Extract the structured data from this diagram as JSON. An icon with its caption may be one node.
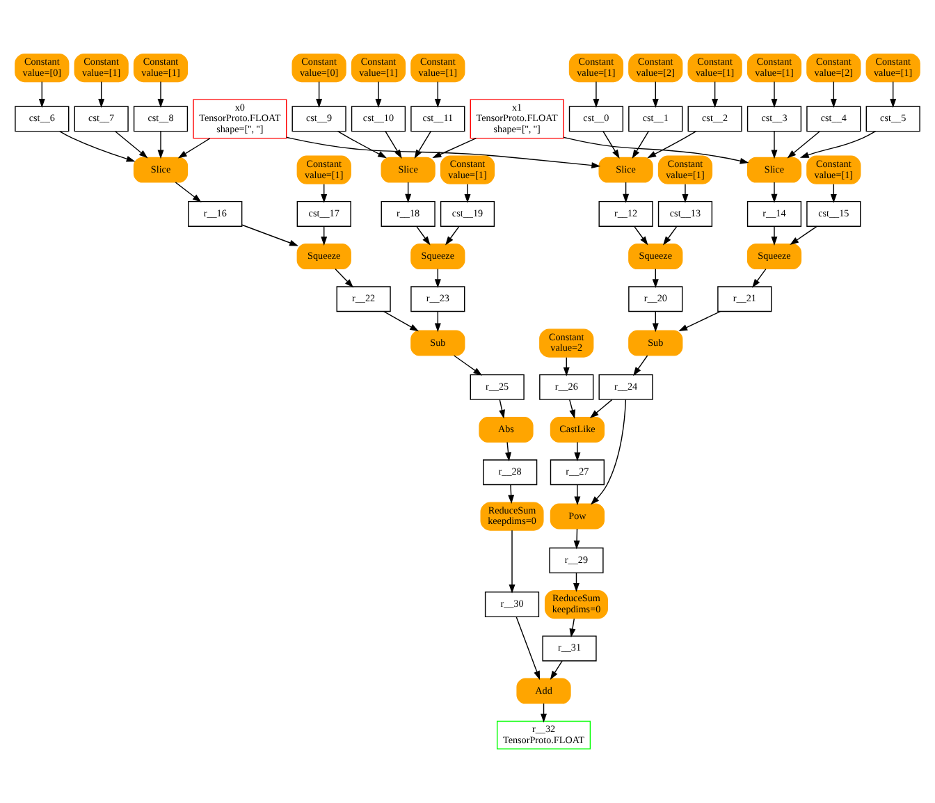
{
  "diagram": {
    "nodes": [
      {
        "text": [
          "Constant",
          "value=[0]"
        ]
      },
      {
        "text": [
          "Constant",
          "value=[1]"
        ]
      },
      {
        "text": [
          "Constant",
          "value=[1]"
        ]
      },
      {
        "text": [
          "Constant",
          "value=[0]"
        ]
      },
      {
        "text": [
          "Constant",
          "value=[1]"
        ]
      },
      {
        "text": [
          "Constant",
          "value=[1]"
        ]
      },
      {
        "text": [
          "Constant",
          "value=[1]"
        ]
      },
      {
        "text": [
          "Constant",
          "value=[2]"
        ]
      },
      {
        "text": [
          "Constant",
          "value=[1]"
        ]
      },
      {
        "text": [
          "Constant",
          "value=[1]"
        ]
      },
      {
        "text": [
          "Constant",
          "value=[2]"
        ]
      },
      {
        "text": [
          "Constant",
          "value=[1]"
        ]
      },
      {
        "text": [
          "cst__6"
        ]
      },
      {
        "text": [
          "cst__7"
        ]
      },
      {
        "text": [
          "cst__8"
        ]
      },
      {
        "text": [
          "x0",
          "TensorProto.FLOAT",
          "shape=['', '']"
        ]
      },
      {
        "text": [
          "cst__9"
        ]
      },
      {
        "text": [
          "cst__10"
        ]
      },
      {
        "text": [
          "cst__11"
        ]
      },
      {
        "text": [
          "x1",
          "TensorProto.FLOAT",
          "shape=['', '']"
        ]
      },
      {
        "text": [
          "cst__0"
        ]
      },
      {
        "text": [
          "cst__1"
        ]
      },
      {
        "text": [
          "cst__2"
        ]
      },
      {
        "text": [
          "cst__3"
        ]
      },
      {
        "text": [
          "cst__4"
        ]
      },
      {
        "text": [
          "cst__5"
        ]
      },
      {
        "text": [
          "Slice"
        ]
      },
      {
        "text": [
          "Constant",
          "value=[1]"
        ]
      },
      {
        "text": [
          "Slice"
        ]
      },
      {
        "text": [
          "Constant",
          "value=[1]"
        ]
      },
      {
        "text": [
          "Slice"
        ]
      },
      {
        "text": [
          "Constant",
          "value=[1]"
        ]
      },
      {
        "text": [
          "Slice"
        ]
      },
      {
        "text": [
          "Constant",
          "value=[1]"
        ]
      },
      {
        "text": [
          "r__16"
        ]
      },
      {
        "text": [
          "cst__17"
        ]
      },
      {
        "text": [
          "r__18"
        ]
      },
      {
        "text": [
          "cst__19"
        ]
      },
      {
        "text": [
          "r__12"
        ]
      },
      {
        "text": [
          "cst__13"
        ]
      },
      {
        "text": [
          "r__14"
        ]
      },
      {
        "text": [
          "cst__15"
        ]
      },
      {
        "text": [
          "Squeeze"
        ]
      },
      {
        "text": [
          "Squeeze"
        ]
      },
      {
        "text": [
          "Squeeze"
        ]
      },
      {
        "text": [
          "Squeeze"
        ]
      },
      {
        "text": [
          "r__22"
        ]
      },
      {
        "text": [
          "r__23"
        ]
      },
      {
        "text": [
          "r__20"
        ]
      },
      {
        "text": [
          "r__21"
        ]
      },
      {
        "text": [
          "Sub"
        ]
      },
      {
        "text": [
          "Constant",
          "value=2"
        ]
      },
      {
        "text": [
          "Sub"
        ]
      },
      {
        "text": [
          "r__25"
        ]
      },
      {
        "text": [
          "r__26"
        ]
      },
      {
        "text": [
          "r__24"
        ]
      },
      {
        "text": [
          "Abs"
        ]
      },
      {
        "text": [
          "CastLike"
        ]
      },
      {
        "text": [
          "r__28"
        ]
      },
      {
        "text": [
          "r__27"
        ]
      },
      {
        "text": [
          "ReduceSum",
          "keepdims=0"
        ]
      },
      {
        "text": [
          "Pow"
        ]
      },
      {
        "text": [
          "r__29"
        ]
      },
      {
        "text": [
          "r__30"
        ]
      },
      {
        "text": [
          "ReduceSum",
          "keepdims=0"
        ]
      },
      {
        "text": [
          "r__31"
        ]
      },
      {
        "text": [
          "Add"
        ]
      },
      {
        "text": [
          "r__32",
          "TensorProto.FLOAT"
        ]
      }
    ],
    "edges": [
      {
        "from": 0,
        "to": 12,
        "arrow": "to"
      },
      {
        "from": 1,
        "to": 13,
        "arrow": "to"
      },
      {
        "from": 2,
        "to": 14,
        "arrow": "to"
      },
      {
        "from": 3,
        "to": 16,
        "arrow": "to"
      },
      {
        "from": 4,
        "to": 17,
        "arrow": "to"
      },
      {
        "from": 5,
        "to": 18,
        "arrow": "to"
      },
      {
        "from": 6,
        "to": 20,
        "arrow": "to"
      },
      {
        "from": 7,
        "to": 21,
        "arrow": "to"
      },
      {
        "from": 8,
        "to": 22,
        "arrow": "to"
      },
      {
        "from": 9,
        "to": 23,
        "arrow": "to"
      },
      {
        "from": 10,
        "to": 24,
        "arrow": "to"
      },
      {
        "from": 11,
        "to": 25,
        "arrow": "to"
      },
      {
        "from": 15,
        "to": 26,
        "arrow": "to"
      },
      {
        "from": 12,
        "to": 26,
        "arrow": "to"
      },
      {
        "from": 13,
        "to": 26,
        "arrow": "to"
      },
      {
        "from": 14,
        "to": 26,
        "arrow": "to"
      },
      {
        "from": 19,
        "to": 28,
        "arrow": "to"
      },
      {
        "from": 16,
        "to": 28,
        "arrow": "to"
      },
      {
        "from": 17,
        "to": 28,
        "arrow": "to"
      },
      {
        "from": 18,
        "to": 28,
        "arrow": "to"
      },
      {
        "from": 15,
        "to": 30,
        "arrow": "to"
      },
      {
        "from": 20,
        "to": 30,
        "arrow": "to"
      },
      {
        "from": 21,
        "to": 30,
        "arrow": "to"
      },
      {
        "from": 22,
        "to": 30,
        "arrow": "to"
      },
      {
        "from": 19,
        "to": 32,
        "arrow": "to"
      },
      {
        "from": 23,
        "to": 32,
        "arrow": "to"
      },
      {
        "from": 24,
        "to": 32,
        "arrow": "to"
      },
      {
        "from": 25,
        "to": 32,
        "arrow": "to"
      },
      {
        "from": 26,
        "to": 34,
        "arrow": "to"
      },
      {
        "from": 27,
        "to": 35,
        "arrow": "to"
      },
      {
        "from": 28,
        "to": 36,
        "arrow": "to"
      },
      {
        "from": 29,
        "to": 37,
        "arrow": "to"
      },
      {
        "from": 30,
        "to": 38,
        "arrow": "to"
      },
      {
        "from": 31,
        "to": 39,
        "arrow": "to"
      },
      {
        "from": 32,
        "to": 40,
        "arrow": "to"
      },
      {
        "from": 33,
        "to": 41,
        "arrow": "to"
      },
      {
        "from": 34,
        "to": 42,
        "arrow": "to"
      },
      {
        "from": 35,
        "to": 42,
        "arrow": "to"
      },
      {
        "from": 36,
        "to": 43,
        "arrow": "to"
      },
      {
        "from": 37,
        "to": 43,
        "arrow": "to"
      },
      {
        "from": 38,
        "to": 44,
        "arrow": "to"
      },
      {
        "from": 39,
        "to": 44,
        "arrow": "to"
      },
      {
        "from": 40,
        "to": 45,
        "arrow": "to"
      },
      {
        "from": 41,
        "to": 45,
        "arrow": "to"
      },
      {
        "from": 42,
        "to": 46,
        "arrow": "to"
      },
      {
        "from": 43,
        "to": 47,
        "arrow": "to"
      },
      {
        "from": 44,
        "to": 48,
        "arrow": "to"
      },
      {
        "from": 45,
        "to": 49,
        "arrow": "to"
      },
      {
        "from": 46,
        "to": 50,
        "arrow": "to"
      },
      {
        "from": 47,
        "to": 50,
        "arrow": "to"
      },
      {
        "from": 48,
        "to": 52,
        "arrow": "to"
      },
      {
        "from": 49,
        "to": 52,
        "arrow": "to"
      },
      {
        "from": 50,
        "to": 53,
        "arrow": "to"
      },
      {
        "from": 51,
        "to": 54,
        "arrow": "to"
      },
      {
        "from": 52,
        "to": 55,
        "arrow": "to"
      },
      {
        "from": 53,
        "to": 56,
        "arrow": "to"
      },
      {
        "from": 54,
        "to": 57,
        "arrow": "to"
      },
      {
        "from": 55,
        "to": 57,
        "arrow": "to"
      },
      {
        "from": 56,
        "to": 58,
        "arrow": "to"
      },
      {
        "from": 57,
        "to": 59,
        "arrow": "to"
      },
      {
        "from": 58,
        "to": 60,
        "arrow": "to"
      },
      {
        "from": 59,
        "to": 61,
        "arrow": "to"
      },
      {
        "from": 55,
        "to": 61,
        "arrow": "to"
      },
      {
        "from": 61,
        "to": 62,
        "arrow": "to"
      },
      {
        "from": 60,
        "to": 63,
        "arrow": "to"
      },
      {
        "from": 62,
        "to": 64,
        "arrow": "to"
      },
      {
        "from": 64,
        "to": 65,
        "arrow": "to"
      },
      {
        "from": 63,
        "to": 66,
        "arrow": "to"
      },
      {
        "from": 65,
        "to": 66,
        "arrow": "to"
      },
      {
        "from": 66,
        "to": 67,
        "arrow": "to"
      }
    ]
  }
}
